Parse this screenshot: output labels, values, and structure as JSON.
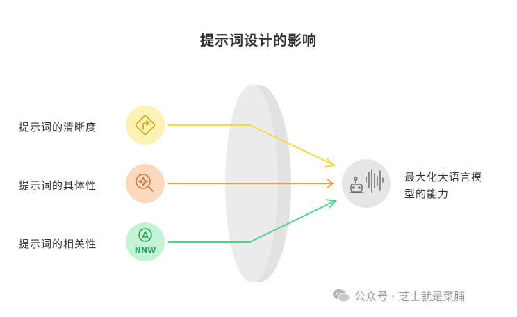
{
  "title": "提示词设计的影响",
  "inputs": [
    {
      "label": "提示词的清晰度",
      "icon": "road-sign-turn-icon",
      "bg": "#fcf2b3",
      "line": "#f5dc3d"
    },
    {
      "label": "提示词的具体性",
      "icon": "magnifier-star-icon",
      "bg": "#fcd9bc",
      "line": "#ee9a4a"
    },
    {
      "label": "提示词的相关性",
      "icon": "compass-nnw-icon",
      "bg": "#c3f3d2",
      "line": "#4bd38d",
      "icon_text": "NNW"
    }
  ],
  "output": {
    "label_line1": "最大化大语言模",
    "label_line2": "型的能力",
    "icon": "robot-voice-icon",
    "bg": "#e6e6e6"
  },
  "watermark": "公众号 · 芝士就是菜脯"
}
